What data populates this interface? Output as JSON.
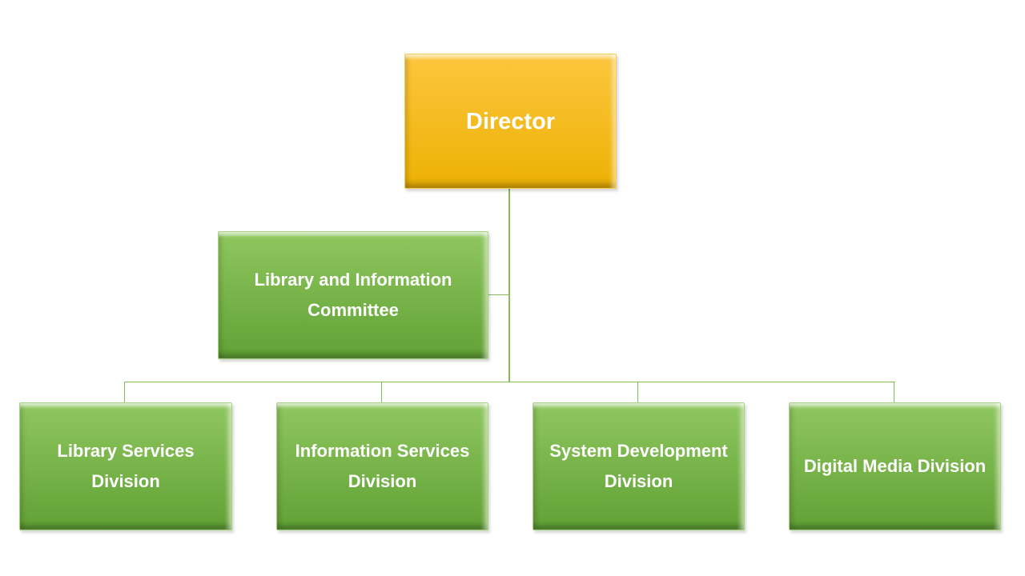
{
  "org_chart": {
    "director": {
      "label": "Director",
      "level": "root"
    },
    "committee": {
      "label": "Library and Information Committee",
      "level": "assistant",
      "reports_to": "Director"
    },
    "divisions": [
      {
        "label": "Library Services Division",
        "reports_to": "Director"
      },
      {
        "label": "Information Services Division",
        "reports_to": "Director"
      },
      {
        "label": "System Development Division",
        "reports_to": "Director"
      },
      {
        "label": "Digital Media Division",
        "reports_to": "Director"
      }
    ]
  },
  "theme": {
    "background": "#FFFFFF",
    "director_gradient_top": "#FCC63E",
    "director_gradient_bottom": "#EDB104",
    "director_border": "#F3CE53",
    "green_gradient_top": "#8FC75F",
    "green_gradient_bottom": "#61A135",
    "green_border": "#A6D37D",
    "connector": "#86B958",
    "text": "#FFFFFF"
  }
}
